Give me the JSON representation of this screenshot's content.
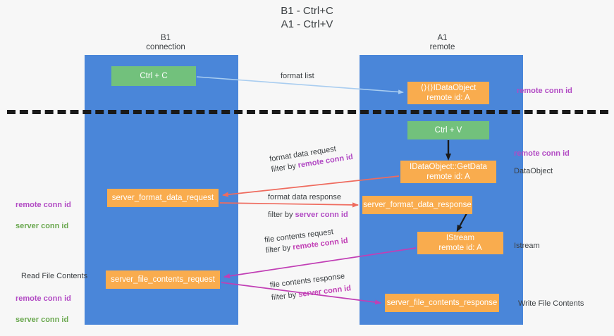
{
  "diagram": {
    "title": "B1 - Ctrl+C\nA1 - Ctrl+V",
    "lanes": [
      {
        "name": "b1",
        "header": "B1\nconnection"
      },
      {
        "name": "a1",
        "header": "A1\nremote"
      }
    ],
    "nodes": [
      {
        "id": "ctrl-c",
        "label": "Ctrl + C",
        "color": "#72c17c"
      },
      {
        "id": "idataobject",
        "label": "⟨⟩⟨⟩IDataObject\nremote id: A",
        "color": "#f9ac4e"
      },
      {
        "id": "ctrl-v",
        "label": "Ctrl + V",
        "color": "#72c17c"
      },
      {
        "id": "getdata",
        "label": "IDataObject::GetData\nremote id: A",
        "color": "#f9ac4e"
      },
      {
        "id": "sfdreq",
        "label": "server_format_data_request",
        "color": "#f9ac4e"
      },
      {
        "id": "sfdresp",
        "label": "server_format_data_response",
        "color": "#f9ac4e"
      },
      {
        "id": "istream",
        "label": "IStream\nremote id: A",
        "color": "#f9ac4e"
      },
      {
        "id": "sfcreq",
        "label": "server_file_contents_request",
        "color": "#f9ac4e"
      },
      {
        "id": "sfcresp",
        "label": "server_file_contents_response",
        "color": "#f9ac4e"
      }
    ],
    "edge_labels": {
      "format_list": "format list",
      "format_data_request": "format data request",
      "format_data_request_filter_prefix": "filter by ",
      "format_data_request_filter_key": "remote conn id",
      "format_data_response": "format data response",
      "format_data_response_filter_prefix": "filter by ",
      "format_data_response_filter_key": "server conn id",
      "file_contents_request": "file contents request",
      "file_contents_request_filter_prefix": "filter by ",
      "file_contents_request_filter_key": "remote conn id",
      "file_contents_response": "file contents response",
      "file_contents_response_filter_prefix": "filter by ",
      "file_contents_response_filter_key": "server conn id"
    },
    "annotations": {
      "right_remote_conn_id_top": "remote conn id",
      "right_remote_conn_id_mid": "remote conn id",
      "right_dataobject": "DataObject",
      "right_istream": "Istream",
      "right_write_file_contents": "Write File Contents",
      "left_remote_conn_id": "remote conn id",
      "left_server_conn_id": "server conn id",
      "left_read_file_contents": "Read File Contents",
      "left_remote_conn_id_2": "remote conn id",
      "left_server_conn_id_2": "server conn id"
    },
    "colors": {
      "lane": "#4a86d9",
      "green_node": "#72c17c",
      "orange_node": "#f9ac4e",
      "purple_text": "#b24bc4",
      "green_text": "#6aa84f",
      "arrow_blue": "#a9cdf0",
      "arrow_red": "#ef6b5e",
      "arrow_magenta": "#c13fb5",
      "arrow_black": "#1a1a1a",
      "background": "#f7f7f7"
    }
  }
}
